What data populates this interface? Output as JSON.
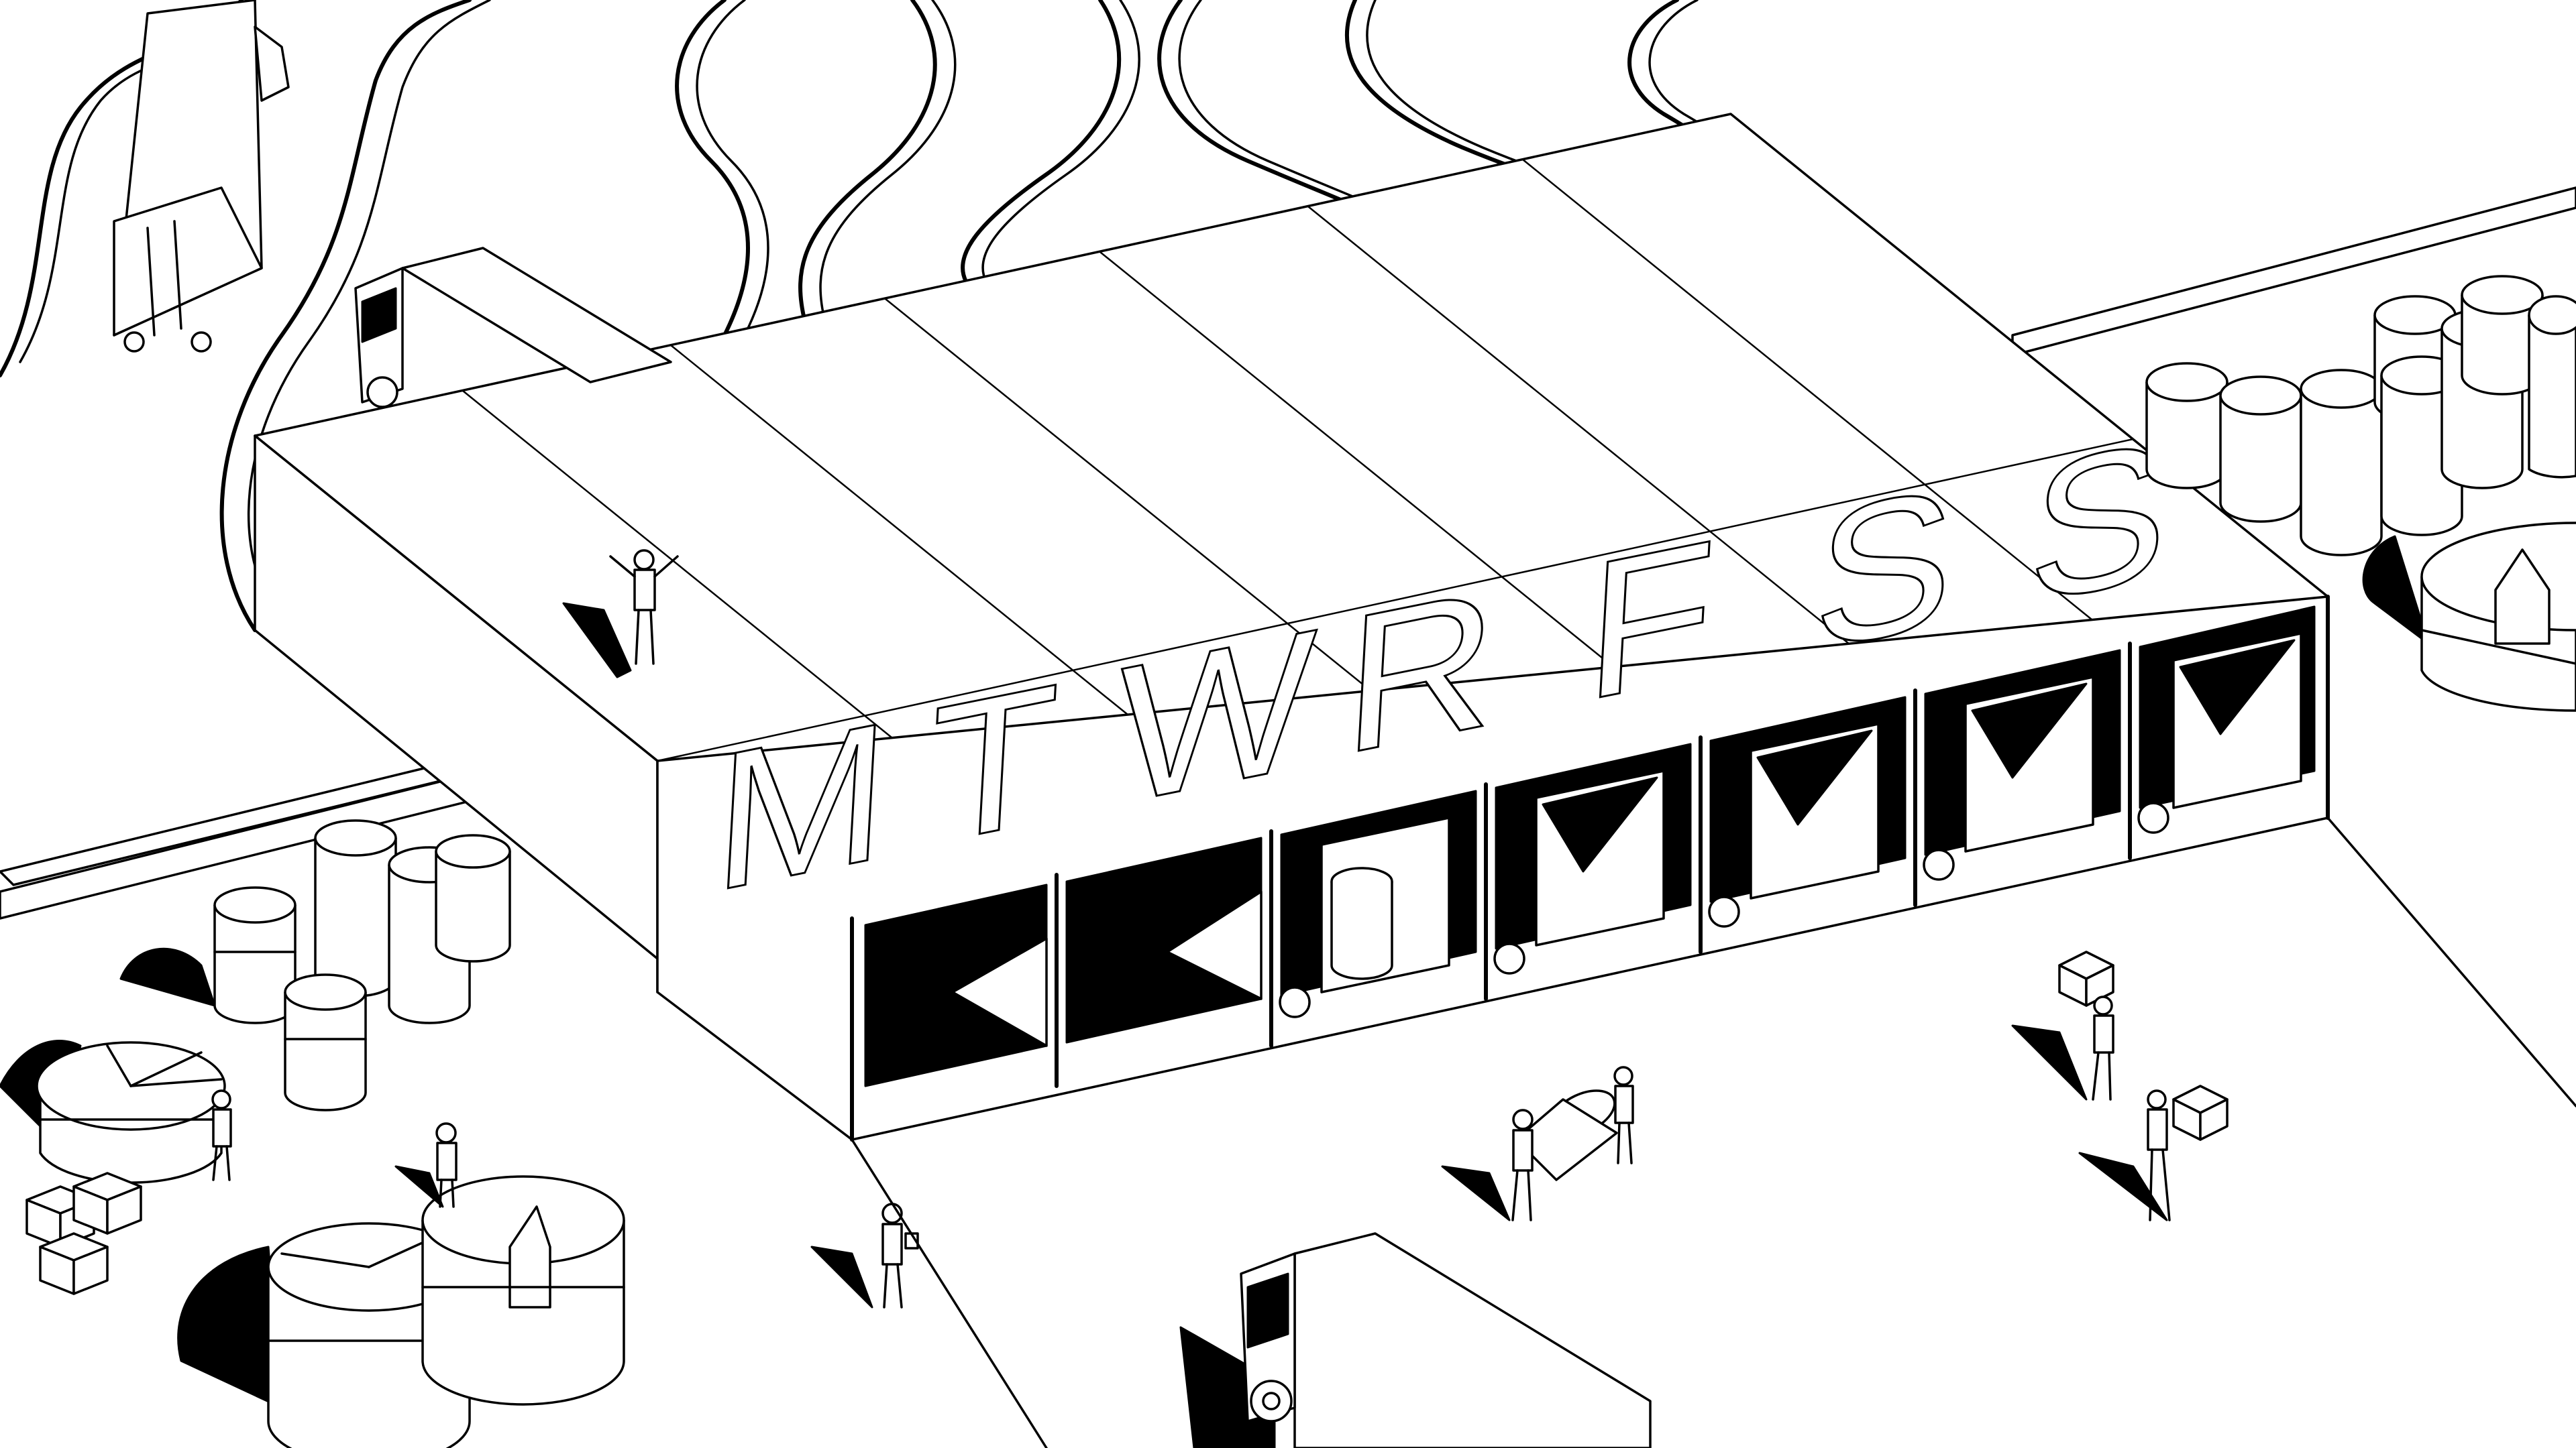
{
  "scene": {
    "roof_letters": [
      "M",
      "T",
      "W",
      "R",
      "F",
      "S",
      "S"
    ],
    "colors": {
      "ink": "#000000",
      "paper": "#ffffff"
    },
    "icons": [
      "truck-icon",
      "barrel-icon",
      "pie-tank-icon",
      "crate-icon",
      "worker-icon"
    ]
  }
}
